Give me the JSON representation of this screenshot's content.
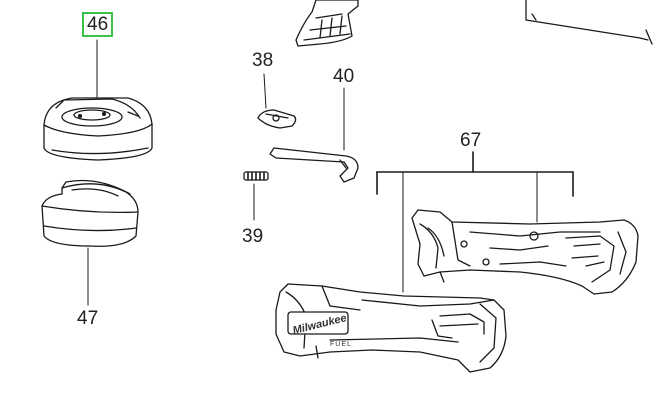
{
  "callouts": {
    "p46": "46",
    "p47": "47",
    "p38": "38",
    "p39": "39",
    "p40": "40",
    "p67": "67"
  },
  "selected_callout": "46",
  "highlight_color": "#3cc24a",
  "housing_logo": "Milwaukee",
  "housing_badge": "FUEL",
  "icons": [
    "guard-upper",
    "guard-lower",
    "spindle-lock-button",
    "spring",
    "lock-rod",
    "motor-housing-half",
    "paddle-switch",
    "motor-housing-half-logo"
  ]
}
